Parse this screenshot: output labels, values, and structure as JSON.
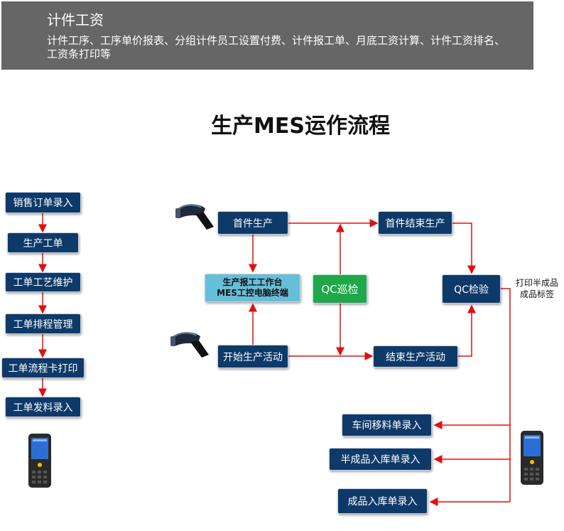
{
  "header": {
    "title": "计件工资",
    "description": "计件工序、工序单价报表、分组计件员工设置付费、计件报工单、月底工资计算、计件工资排名、工资条打印等"
  },
  "diagram_title": "生产MES运作流程",
  "left_flow": [
    "销售订单录入",
    "生产工单",
    "工单工艺维护",
    "工单排程管理",
    "工单流程卡打印",
    "工单发料录入"
  ],
  "center_flow": {
    "first_production": "首件生产",
    "terminal_line1": "生产报工工作台",
    "terminal_line2": "MES工控电脑终端",
    "start_activity": "开始生产活动",
    "qc_patrol": "QC巡检",
    "first_end": "首件结束生产",
    "end_activity": "结束生产活动",
    "qc_inspection": "QC检验"
  },
  "print_note": {
    "line1": "打印半成品",
    "line2": "成品标签"
  },
  "bottom_flow": [
    "车间移料单录入",
    "半成品入库单录入",
    "成品入库单录入"
  ],
  "colors": {
    "box": "#0e3a6a",
    "terminal": "#66bfd9",
    "qc_patrol": "#1ea84a",
    "arrow": "#e01010",
    "banner": "#666666"
  },
  "icons": [
    "barcode-scanner-icon",
    "barcode-scanner-icon",
    "handheld-terminal-icon",
    "handheld-terminal-icon"
  ]
}
